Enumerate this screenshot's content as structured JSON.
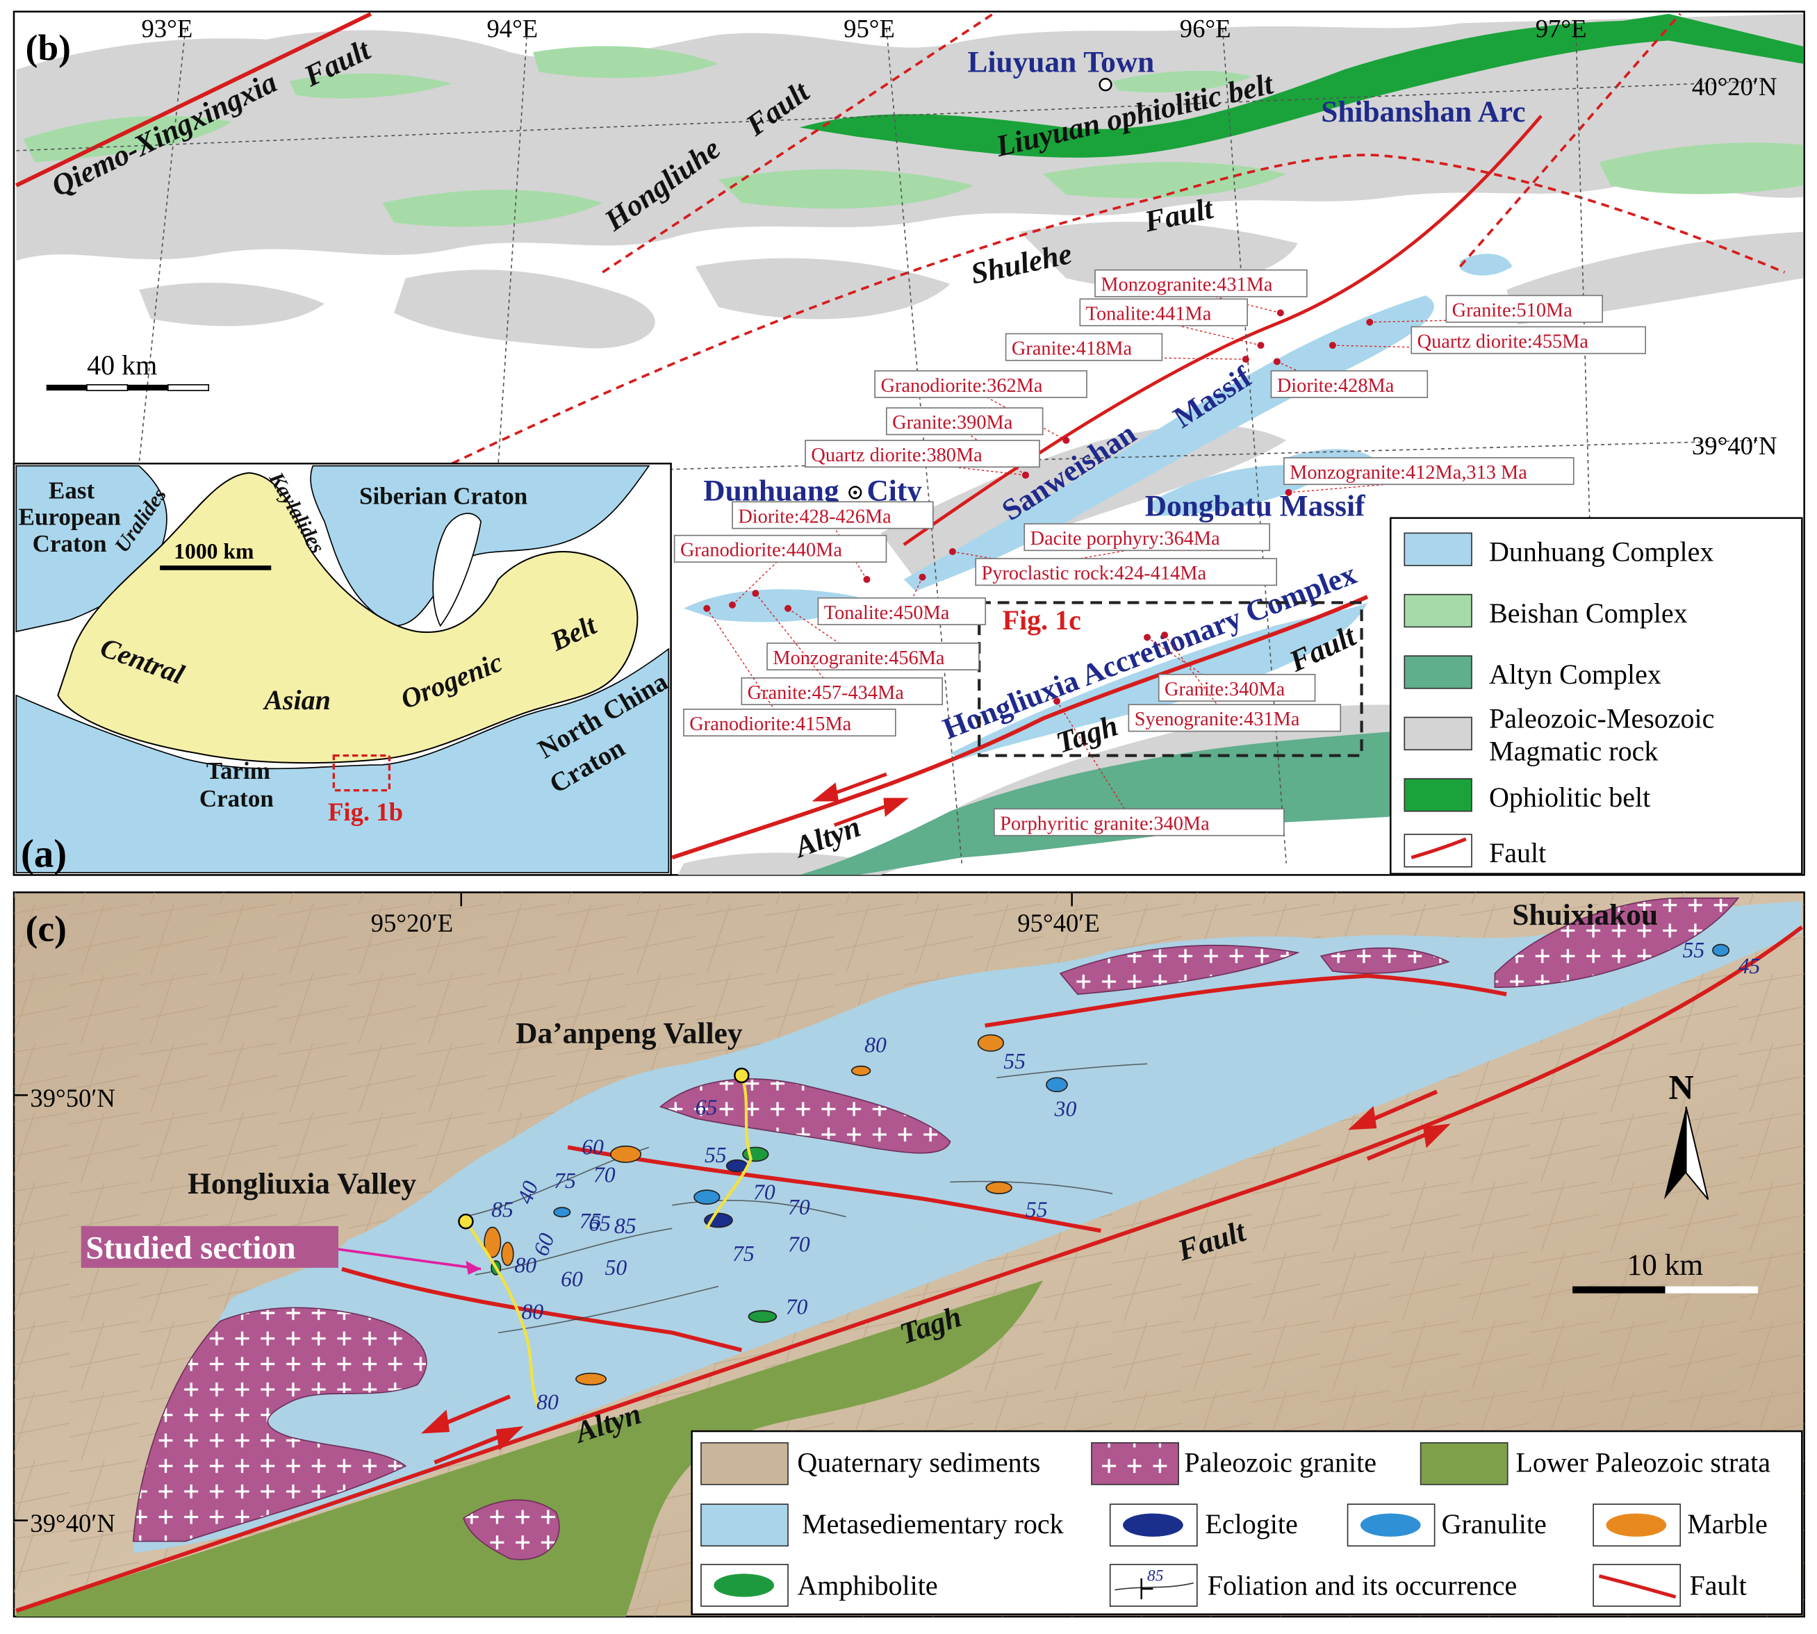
{
  "panel_b": {
    "label": "(b)",
    "coords": [
      "93°E",
      "94°E",
      "95°E",
      "96°E",
      "97°E",
      "40°20′N",
      "39°40′N"
    ],
    "places": {
      "liuyuan": "Liuyuan  Town",
      "dunhuang": "Dunhuang",
      "city": "City"
    },
    "units": {
      "arc": "Shibanshan  Arc",
      "sanweishan": "Sanweishan",
      "massif": "Massif",
      "dongbatu": "Dongbatu Massif",
      "fig1c": "Fig. 1c",
      "hongliuxia_complex": "Hongliuxia  Accretionary  Complex"
    },
    "faults": {
      "qiemo": "Qiemo-Xingxingxia",
      "qiemo_fault": "Fault",
      "hongliuhe": "Hongliuhe",
      "hongliuhe_fault": "Fault",
      "ophiolite": "Liuyuan ophiolitic belt",
      "shulehe": "Shulehe",
      "shulehe_fault": "Fault",
      "fault": "Fault",
      "tagh": "Tagh",
      "altyn": "Altyn"
    },
    "scale": "40 km",
    "ages": [
      {
        "text": "Monzogranite:431Ma"
      },
      {
        "text": "Tonalite:441Ma"
      },
      {
        "text": "Granite:510Ma"
      },
      {
        "text": "Quartz diorite:455Ma"
      },
      {
        "text": "Granite:418Ma"
      },
      {
        "text": "Granodiorite:362Ma"
      },
      {
        "text": "Diorite:428Ma"
      },
      {
        "text": "Granite:390Ma"
      },
      {
        "text": "Quartz diorite:380Ma"
      },
      {
        "text": "Monzogranite:412Ma,313 Ma"
      },
      {
        "text": "Diorite:428-426Ma"
      },
      {
        "text": "Granodiorite:440Ma"
      },
      {
        "text": "Dacite porphyry:364Ma"
      },
      {
        "text": "Pyroclastic rock:424-414Ma"
      },
      {
        "text": "Tonalite:450Ma"
      },
      {
        "text": "Monzogranite:456Ma"
      },
      {
        "text": "Granite:457-434Ma"
      },
      {
        "text": "Granodiorite:415Ma"
      },
      {
        "text": "Granite:340Ma"
      },
      {
        "text": "Syenogranite:431Ma"
      },
      {
        "text": "Porphyritic granite:340Ma"
      }
    ],
    "legend": [
      {
        "label": "Dunhuang  Complex",
        "color": "#a9d6ec"
      },
      {
        "label": "Beishan  Complex",
        "color": "#a6dba8"
      },
      {
        "label": "Altyn  Complex",
        "color": "#5fae8c"
      },
      {
        "label": "Paleozoic-Mesozoic",
        "label2": "Magmatic rock",
        "color": "#d4d4d4"
      },
      {
        "label": "Ophiolitic belt",
        "color": "#1aa33a"
      },
      {
        "label": "Fault",
        "color": "#d71c1c"
      }
    ]
  },
  "panel_a": {
    "label": "(a)",
    "regions": {
      "east_european": "East",
      "east_european2": "European",
      "east_european3": "Craton",
      "uralides": "Uralides",
      "kaylalides": "Kaylalides",
      "siberian": "Siberian Craton",
      "central": "Central",
      "asian": "Asian",
      "orogenic": "Orogenic",
      "belt": "Belt",
      "tarim": "Tarim",
      "tarim2": "Craton",
      "north_china": "North China",
      "north_china2": "Craton",
      "fig1b": "Fig. 1b"
    },
    "scale": "1000 km"
  },
  "panel_c": {
    "label": "(c)",
    "coords": [
      "95°20′E",
      "95°40′E",
      "39°50′N",
      "39°40′N"
    ],
    "places": {
      "shuixiakou": "Shuixiakou",
      "danpeng": "Da’anpeng Valley",
      "hongliuxia": "Hongliuxia Valley",
      "studied": "Studied section"
    },
    "faults": {
      "fault": "Fault",
      "tagh": "Tagh",
      "altyn": "Altyn"
    },
    "north": "N",
    "scale": "10 km",
    "dips": [
      "80",
      "65",
      "55",
      "30",
      "60",
      "70",
      "55",
      "70",
      "70",
      "75",
      "75",
      "70",
      "40",
      "75",
      "85",
      "65",
      "85",
      "60",
      "50",
      "80",
      "60",
      "80",
      "70",
      "55",
      "80",
      "45",
      "55"
    ],
    "legend": [
      {
        "label": "Quaternary sediments",
        "color": "#c9b59a"
      },
      {
        "label": "Paleozoic granite",
        "color": "#b0578f"
      },
      {
        "label": "Lower Paleozoic strata",
        "color": "#7ea04a"
      },
      {
        "label": "Metasediementary rock",
        "color": "#a9d4ea"
      },
      {
        "label": "Eclogite",
        "color": "#1a2e8c"
      },
      {
        "label": "Granulite",
        "color": "#2f90d6"
      },
      {
        "label": "Marble",
        "color": "#e8891f"
      },
      {
        "label": "Amphibolite",
        "color": "#1e9a3e"
      },
      {
        "label": "Foliation and its occurrence",
        "sample": "85"
      },
      {
        "label": "Fault",
        "color": "#d71c1c"
      }
    ]
  }
}
